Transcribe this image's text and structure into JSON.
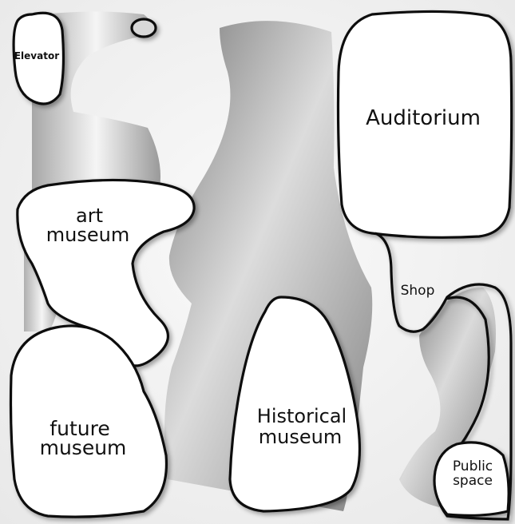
{
  "diagram": {
    "rooms": [
      {
        "id": "elevator",
        "lines": [
          "Elevator"
        ]
      },
      {
        "id": "art-museum",
        "lines": [
          "art",
          "museum"
        ]
      },
      {
        "id": "future-museum",
        "lines": [
          "future",
          "museum"
        ]
      },
      {
        "id": "historical-museum",
        "lines": [
          "Historical",
          "museum"
        ]
      },
      {
        "id": "auditorium",
        "lines": [
          "Auditorium"
        ]
      },
      {
        "id": "shop",
        "lines": [
          "Shop"
        ]
      },
      {
        "id": "public-space",
        "lines": [
          "Public",
          "space"
        ]
      }
    ]
  }
}
